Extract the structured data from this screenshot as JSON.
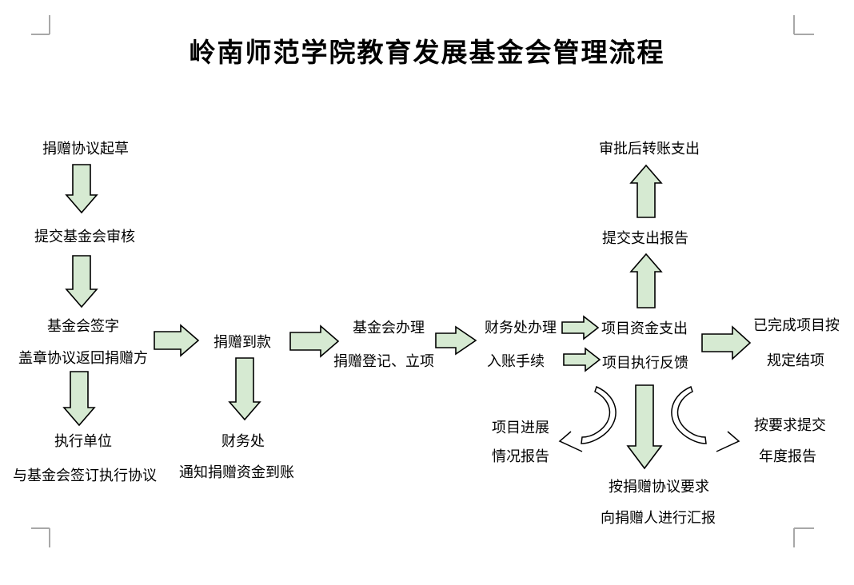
{
  "title": "岭南师范学院教育发展基金会管理流程",
  "flowchart": {
    "nodes": {
      "draft": "捐赠协议起草",
      "submit_review": "提交基金会审核",
      "foundation_sign_line1": "基金会签字",
      "foundation_sign_line2": "盖章协议返回捐赠方",
      "executor_line1": "执行单位",
      "executor_line2": "与基金会签订执行协议",
      "donation_arrived": "捐赠到款",
      "finance_line1": "财务处",
      "finance_line2": "通知捐赠资金到账",
      "foundation_handle_line1": "基金会办理",
      "foundation_handle_line2": "捐赠登记、立项",
      "finance_handle_line1": "财务处办理",
      "finance_handle_line2": "入账手续",
      "project_expense": "项目资金支出",
      "project_feedback": "项目执行反馈",
      "submit_expense_report": "提交支出报告",
      "approved_transfer": "审批后转账支出",
      "completed_line1": "已完成项目按",
      "completed_line2": "规定结项",
      "progress_line1": "项目进展",
      "progress_line2": "情况报告",
      "donor_report_line1": "按捐赠协议要求",
      "donor_report_line2": "向捐赠人进行汇报",
      "annual_line1": "按要求提交",
      "annual_line2": "年度报告"
    },
    "colors": {
      "arrow_fill": "#d6ead2",
      "arrow_stroke": "#000000",
      "curved_arrow_fill": "#ffffff",
      "boundary_mark": "#a8a8a8",
      "background": "#ffffff",
      "text": "#000000"
    }
  }
}
